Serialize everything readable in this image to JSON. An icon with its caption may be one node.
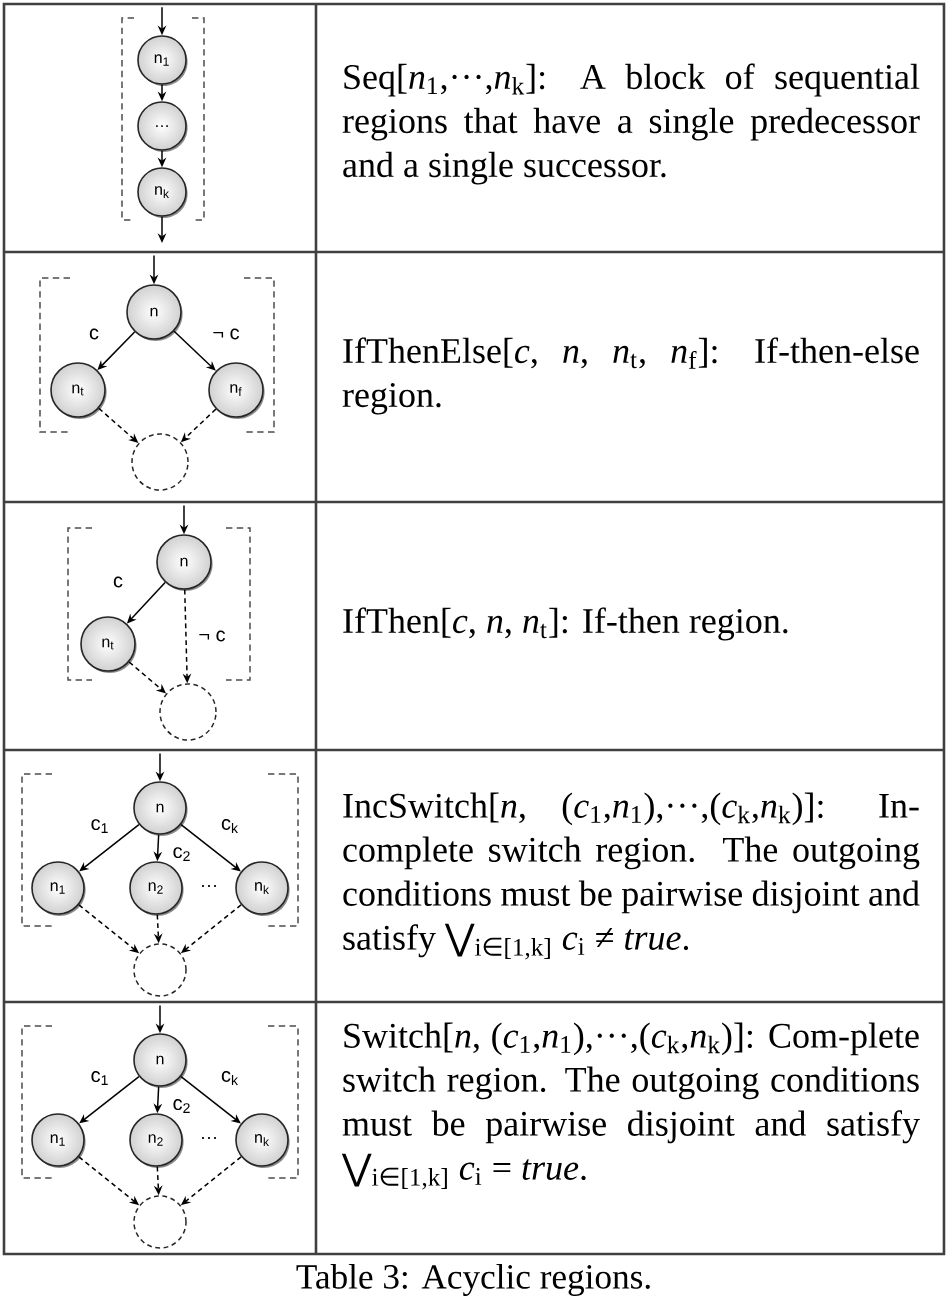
{
  "diagram": {
    "caption": "Table 3: Acyclic regions.",
    "nodes": [
      {
        "text": [
          "n$_{1}$"
        ]
      },
      {
        "text": [
          "…"
        ]
      },
      {
        "text": [
          "n$_{k}$"
        ]
      },
      {
        "text": [
          "n"
        ]
      },
      {
        "text": [
          "n$_{t}$"
        ]
      },
      {
        "text": [
          "n$_{f}$"
        ]
      },
      {
        "text": [],
        "shape": "circle"
      },
      {
        "text": [
          "n"
        ]
      },
      {
        "text": [
          "n$_{t}$"
        ]
      },
      {
        "text": [],
        "shape": "circle"
      },
      {
        "text": [
          "n"
        ]
      },
      {
        "text": [
          "n$_{1}$"
        ]
      },
      {
        "text": [
          "n$_{2}$"
        ]
      },
      {
        "text": [
          "n$_{k}$"
        ]
      },
      {
        "text": [],
        "shape": "circle"
      },
      {
        "text": [
          "n"
        ]
      },
      {
        "text": [
          "n$_{1}$"
        ]
      },
      {
        "text": [
          "n$_{2}$"
        ]
      },
      {
        "text": [
          "n$_{k}$"
        ]
      },
      {
        "text": [],
        "shape": "circle"
      }
    ],
    "edges": [
      {
        "from": null,
        "to": 0,
        "arrow": "to"
      },
      {
        "from": 0,
        "to": 1,
        "arrow": "to"
      },
      {
        "from": 1,
        "to": 2,
        "arrow": "to"
      },
      {
        "from": 2,
        "to": null,
        "arrow": "to"
      },
      {
        "from": null,
        "to": 3,
        "arrow": "to"
      },
      {
        "from": 3,
        "to": 4,
        "arrow": "to",
        "label": "c"
      },
      {
        "from": 3,
        "to": 5,
        "arrow": "to",
        "label": "¬ c"
      },
      {
        "from": 4,
        "to": 6,
        "arrow": "to",
        "style": "dashed"
      },
      {
        "from": 5,
        "to": 6,
        "arrow": "to",
        "style": "dashed"
      },
      {
        "from": null,
        "to": 7,
        "arrow": "to"
      },
      {
        "from": 7,
        "to": 8,
        "arrow": "to",
        "label": "c"
      },
      {
        "from": 7,
        "to": 9,
        "arrow": "to",
        "label": "¬ c",
        "style": "dashed"
      },
      {
        "from": 8,
        "to": 9,
        "arrow": "to",
        "style": "dashed"
      },
      {
        "from": null,
        "to": 10,
        "arrow": "to"
      },
      {
        "from": 10,
        "to": 11,
        "arrow": "to",
        "label": "c$_{1}$"
      },
      {
        "from": 10,
        "to": 12,
        "arrow": "to",
        "label": "c$_{2}$"
      },
      {
        "from": 10,
        "to": 13,
        "arrow": "to",
        "label": "c$_{k}$"
      },
      {
        "from": 11,
        "to": 14,
        "arrow": "to",
        "style": "dashed"
      },
      {
        "from": 12,
        "to": 14,
        "arrow": "to",
        "style": "dashed"
      },
      {
        "from": 13,
        "to": 14,
        "arrow": "to",
        "style": "dashed"
      },
      {
        "from": null,
        "to": 15,
        "arrow": "to"
      },
      {
        "from": 15,
        "to": 16,
        "arrow": "to",
        "label": "c$_{1}$"
      },
      {
        "from": 15,
        "to": 17,
        "arrow": "to",
        "label": "c$_{2}$"
      },
      {
        "from": 15,
        "to": 18,
        "arrow": "to",
        "label": "c$_{k}$"
      },
      {
        "from": 16,
        "to": 19,
        "arrow": "to",
        "style": "dashed"
      },
      {
        "from": 17,
        "to": 19,
        "arrow": "to",
        "style": "dashed"
      },
      {
        "from": 18,
        "to": 19,
        "arrow": "to",
        "style": "dashed"
      }
    ],
    "labels": [
      "Seq[*n*$_{1}$,···,*n*$_{k}$]: A block of sequential regions that have a single predecessor and a single successor.",
      "IfThenElse[*c*, *n*, *n*$_{t}$, *n*$_{f}$]: If-then-else region.",
      "IfThen[*c*, *n*, *n*$_{t}$]: If-then region.",
      "···",
      "IncSwitch[*n*, (*c*$_{1}$,*n*$_{1}$),···,(*c*$_{k}$,*n*$_{k}$)]: In-complete switch region. The outgoing conditions must be pairwise disjoint and satisfy ⋁$_{i∈[1,k]}$ *c*$_{i}$ ≠ *true*.",
      "···",
      "Switch[*n*, (*c*$_{1}$,*n*$_{1}$),···,(*c*$_{k}$,*n*$_{k}$)]: Com-plete switch region. The outgoing conditions must be pairwise disjoint and satisfy ⋁$_{i∈[1,k]}$ *c*$_{i}$ = *true*."
    ]
  }
}
